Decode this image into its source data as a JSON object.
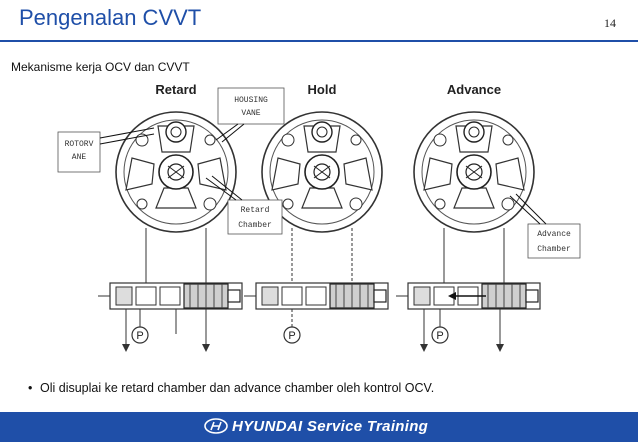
{
  "slide": {
    "title": "Pengenalan CVVT",
    "page_number": "14",
    "subtitle": "Mekanisme kerja  OCV dan CVVT",
    "bullet": "Oli disuplai ke retard chamber dan advance chamber oleh kontrol OCV."
  },
  "diagram": {
    "modes": [
      "Retard",
      "Hold",
      "Advance"
    ],
    "labels": {
      "housing_line1": "HOUSING",
      "housing_line2": "VANE",
      "rotor_line1": "ROTORV",
      "rotor_line2": "ANE",
      "retard_line1": "Retard",
      "retard_line2": "Chamber",
      "advance_line1": "Advance",
      "advance_line2": "Chamber"
    },
    "pressure_symbol": "P"
  },
  "footer": {
    "brand": "HYUNDAI Service Training",
    "accent_color": "#1f4fa8"
  }
}
